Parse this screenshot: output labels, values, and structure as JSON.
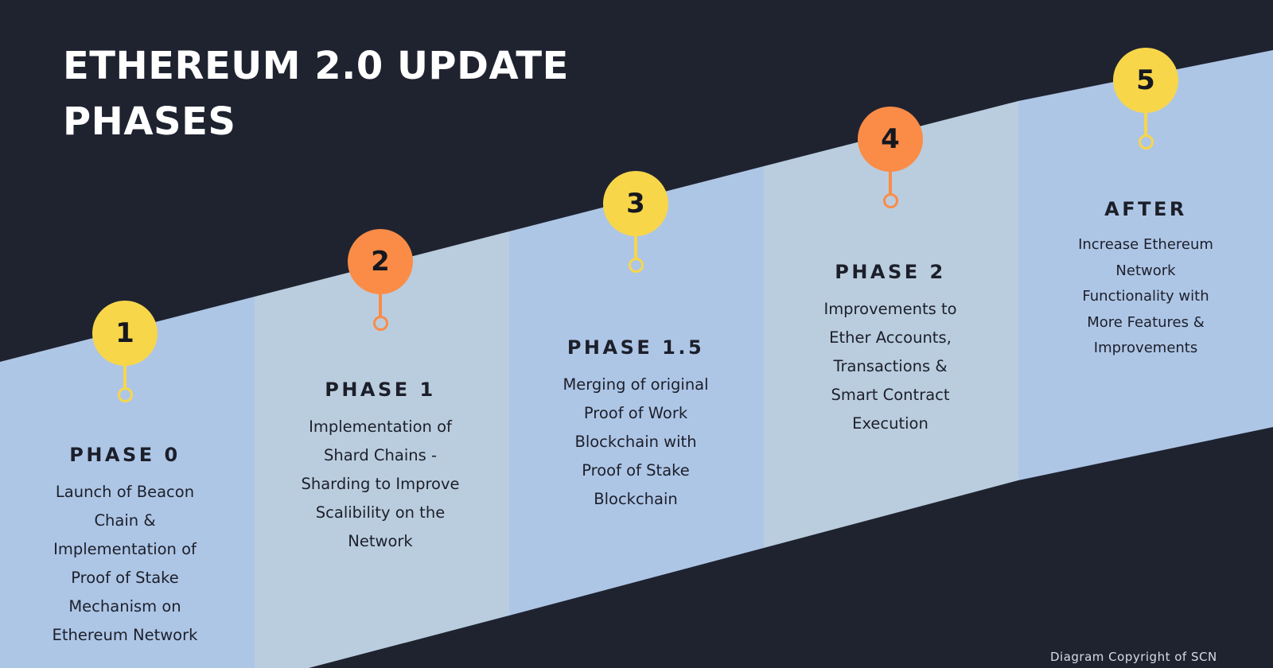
{
  "title_line1": "ETHEREUM 2.0 UPDATE",
  "title_line2": "PHASES",
  "colors": {
    "background": "#1f2330",
    "band_blue": "#aec6e6",
    "band_gray": "#bacdde",
    "yellow": "#f7d64a",
    "orange": "#fa8c47",
    "text_dark": "#1c1f2a",
    "title": "#ffffff"
  },
  "phases": [
    {
      "number": "1",
      "marker_color": "yellow",
      "heading": "PHASE 0",
      "lines": [
        "Launch of Beacon",
        "Chain &",
        "Implementation of",
        "Proof of Stake",
        "Mechanism on",
        "Ethereum Network"
      ]
    },
    {
      "number": "2",
      "marker_color": "orange",
      "heading": "PHASE 1",
      "lines": [
        "Implementation of",
        "Shard Chains -",
        "Sharding to Improve",
        "Scalibility on the",
        "Network"
      ]
    },
    {
      "number": "3",
      "marker_color": "yellow",
      "heading": "PHASE 1.5",
      "lines": [
        "Merging of original",
        "Proof of Work",
        "Blockchain with",
        "Proof of Stake",
        "Blockchain"
      ]
    },
    {
      "number": "4",
      "marker_color": "orange",
      "heading": "PHASE 2",
      "lines": [
        "Improvements to",
        "Ether Accounts,",
        "Transactions &",
        "Smart Contract",
        "Execution"
      ]
    },
    {
      "number": "5",
      "marker_color": "yellow",
      "heading": "AFTER",
      "lines": [
        "Increase Ethereum",
        "Network",
        "Functionality with",
        "More Features &",
        "Improvements"
      ]
    }
  ],
  "copyright": "Diagram Copyright of SCN"
}
